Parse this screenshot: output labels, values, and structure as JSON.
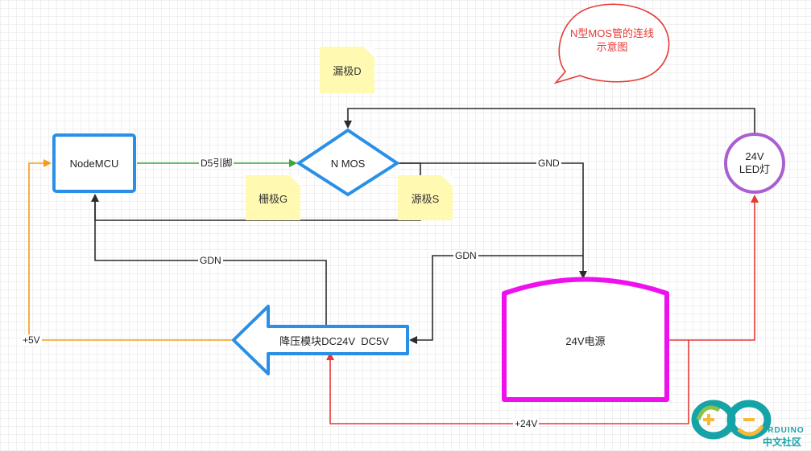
{
  "nodes": {
    "nodemcu": "NodeMCU",
    "nmos": "N MOS",
    "led": [
      "24V",
      "LED灯"
    ],
    "buck": "降压模块DC24V  DC5V",
    "power": "24V电源"
  },
  "notes": {
    "drain": "漏极D",
    "gate": "栅极G",
    "source": "源极S"
  },
  "callout": [
    "N型MOS管的连线",
    "示意图"
  ],
  "edge_labels": {
    "d5": "D5引脚",
    "gnd_top": "GND",
    "gdn_left": "GDN",
    "gdn_right": "GDN",
    "plus5v": "+5V",
    "plus24v": "+24V"
  },
  "logo": {
    "word": "ARDUINO",
    "cn": "中文社区"
  },
  "colors": {
    "blue": "#2a8fe6",
    "magenta": "#ee11ee",
    "purple": "#a95fd3",
    "green": "#3aa33a",
    "orange": "#f59a1c",
    "red": "#e53935",
    "black": "#2b2b2b",
    "callout": "#e53935"
  }
}
